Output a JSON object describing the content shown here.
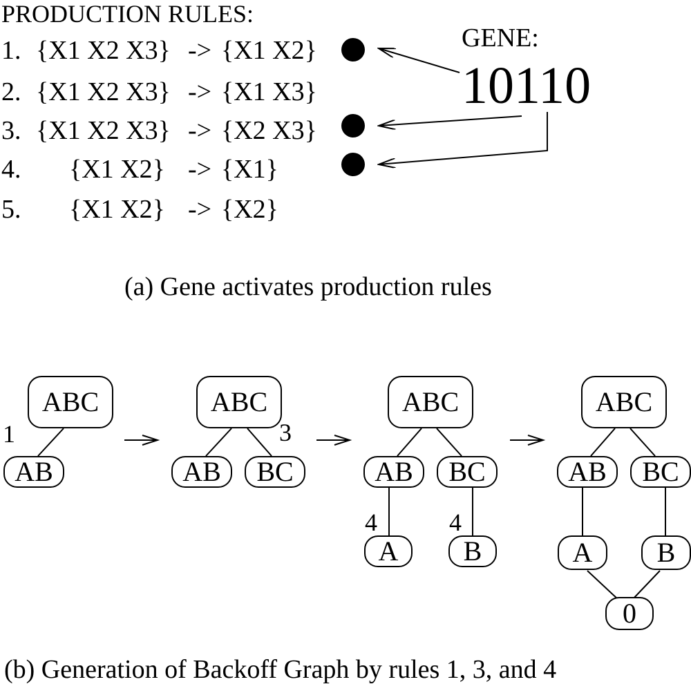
{
  "part_a": {
    "title": "PRODUCTION RULES:",
    "rules": [
      {
        "num": "1.",
        "lhs": "{X1 X2 X3}",
        "arrow": "->",
        "rhs": "{X1 X2}",
        "active": true
      },
      {
        "num": "2.",
        "lhs": "{X1 X2 X3}",
        "arrow": "->",
        "rhs": "{X1 X3}",
        "active": false
      },
      {
        "num": "3.",
        "lhs": "{X1 X2 X3}",
        "arrow": "->",
        "rhs": "{X2 X3}",
        "active": true
      },
      {
        "num": "4.",
        "lhs": "{X1 X2}",
        "arrow": "->",
        "rhs": "{X1}",
        "active": true
      },
      {
        "num": "5.",
        "lhs": "{X1 X2}",
        "arrow": "->",
        "rhs": "{X2}",
        "active": false
      }
    ],
    "gene_label": "GENE:",
    "gene_value": "10110",
    "caption": "(a) Gene activates production rules"
  },
  "part_b": {
    "step1": {
      "root": "ABC",
      "child": "AB",
      "rule_label": "1"
    },
    "step2": {
      "root": "ABC",
      "children": [
        "AB",
        "BC"
      ],
      "rule_label": "3"
    },
    "step3": {
      "root": "ABC",
      "children": [
        "AB",
        "BC"
      ],
      "leaves": [
        "A",
        "B"
      ],
      "rule_labels": [
        "4",
        "4"
      ]
    },
    "step4": {
      "root": "ABC",
      "children": [
        "AB",
        "BC"
      ],
      "leaves": [
        "A",
        "B"
      ],
      "bottom": "0"
    },
    "step_arrow": "->",
    "caption": "(b) Generation of Backoff Graph by rules 1, 3, and 4"
  }
}
